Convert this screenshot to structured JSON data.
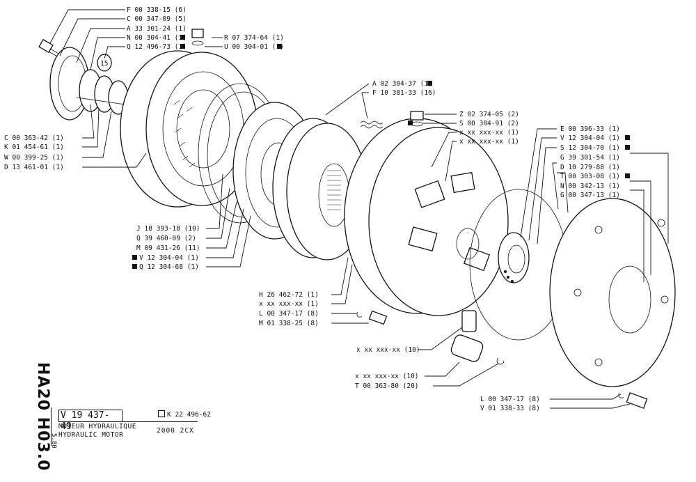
{
  "sheet": {
    "vertical_code": "HA20 H03.0",
    "date": "5.80",
    "reference": "V 19 437- 49",
    "kit_reference": "K 22 496-62",
    "title_fr": "MOTEUR HYDRAULIQUE",
    "title_en": "HYDRAULIC MOTOR",
    "model": "2000 2CX"
  },
  "part_labels": [
    "F 00 338-15 (6)",
    "C 00 347-09 (5)",
    "A 33 301-24 (1)",
    "N 00 304-41 (1)",
    "Q 12 496-73 (1)",
    "R 07 374-64 (1)",
    "U 00 304-01 (1)",
    "C 00 363-42 (1)",
    "K 01 454-61 (1)",
    "W 00 399-25 (1)",
    "D 13 461-01 (1)",
    "A 02 304-37 (1)",
    "F 10 381-33 (16)",
    "Z 02 374-05 (2)",
    "S 00 304-91 (2)",
    "x xx xxx-xx (1)",
    "x xx xxx-xx (1)",
    "E 00 396-33 (1)",
    "V 12 304-04 (1)",
    "S 12 304-70 (1)",
    "G 39 301-54 (1)",
    "D 10 279-88 (1)",
    "T 00 303-08 (1)",
    "N 00 342-13 (1)",
    "G 00 347-13 (1)",
    "J 18 393-18 (10)",
    "Q 39 460-09 (2)",
    "M 09 431-26 (11)",
    "V 12 304-04 (1)",
    "Q 12 304-68 (1)",
    "H 26 462-72 (1)",
    "x xx xxx-xx (1)",
    "L 00 347-17 (8)",
    "M 01 338-25 (8)",
    "x xx xxx-xx (10)",
    "x xx xxx-xx (10)",
    "T 00 363-80 (20)",
    "L 00 347-17 (8)",
    "V 01 338-33 (8)"
  ]
}
